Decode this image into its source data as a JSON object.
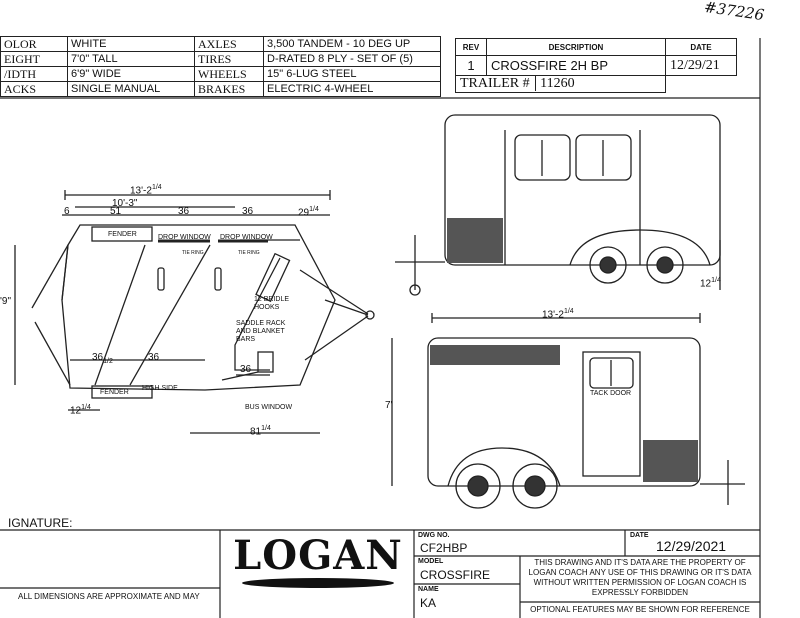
{
  "handwritten_number": "#37226",
  "specs": [
    {
      "k1": "OLOR",
      "v1": "WHITE",
      "k2": "AXLES",
      "v2": "3,500 TANDEM - 10 DEG UP"
    },
    {
      "k1": "EIGHT",
      "v1": "7'0\" TALL",
      "k2": "TIRES",
      "v2": "D-RATED 8 PLY - SET OF (5)"
    },
    {
      "k1": "/IDTH",
      "v1": "6'9\" WIDE",
      "k2": "WHEELS",
      "v2": "15\" 6-LUG STEEL"
    },
    {
      "k1": "ACKS",
      "v1": "SINGLE MANUAL",
      "k2": "BRAKES",
      "v2": "ELECTRIC 4-WHEEL"
    }
  ],
  "revision": {
    "headers": [
      "REV",
      "DESCRIPTION",
      "DATE"
    ],
    "rev": "1",
    "description": "CROSSFIRE 2H BP",
    "date": "12/29/21",
    "trailer_label": "TRAILER #",
    "trailer_number": "11260"
  },
  "plan": {
    "overall": "13'-2",
    "overall_frac": "1/4",
    "inner": "10'-3\"",
    "d6": "6",
    "d51": "51",
    "d36a": "36",
    "d36b": "36",
    "d29": "29",
    "d29_frac": "1/4",
    "width": "'9\"",
    "fender_top": "FENDER",
    "drop_window_1": "DROP WINDOW",
    "drop_window_2": "DROP WINDOW",
    "tie_ring_1": "TIE RING",
    "tie_ring_2": "TIE RING",
    "bridle": "12 BRIDLE\nHOOKS",
    "saddle": "SADDLE RACK\nAND BLANKET\nBARS",
    "d36_half": "36",
    "d36_half_frac": "1/2",
    "d36c": "36",
    "d36d": "36",
    "fender_bottom": "FENDER",
    "high_side": "HIGH SIDE",
    "bus_window": "BUS WINDOW",
    "d12": "12",
    "d12_frac": "1/4",
    "d81": "81",
    "d81_frac": "1/4"
  },
  "side_top": {
    "d12": "12",
    "d12_frac": "1/4"
  },
  "side_bottom": {
    "overall": "13'-2",
    "overall_frac": "1/4",
    "height": "7'",
    "tack_door": "TACK DOOR"
  },
  "signature_label": "IGNATURE:",
  "title_block": {
    "logo": "LOGAN",
    "disclaimer": "ALL DIMENSIONS ARE APPROXIMATE AND MAY",
    "dwg_no_label": "DWG NO.",
    "dwg_no": "CF2HBP",
    "date_label": "DATE",
    "date": "12/29/2021",
    "model_label": "MODEL",
    "model": "CROSSFIRE",
    "name_label": "NAME",
    "name": "KA",
    "property": "THIS DRAWING AND IT'S DATA ARE THE PROPERTY OF LOGAN COACH ANY USE OF THIS DRAWING OR IT'S DATA WITHOUT WRITTEN PERMISSION OF LOGAN COACH IS EXPRESSLY FORBIDDEN",
    "optional": "OPTIONAL FEATURES MAY BE SHOWN FOR REFERENCE"
  }
}
